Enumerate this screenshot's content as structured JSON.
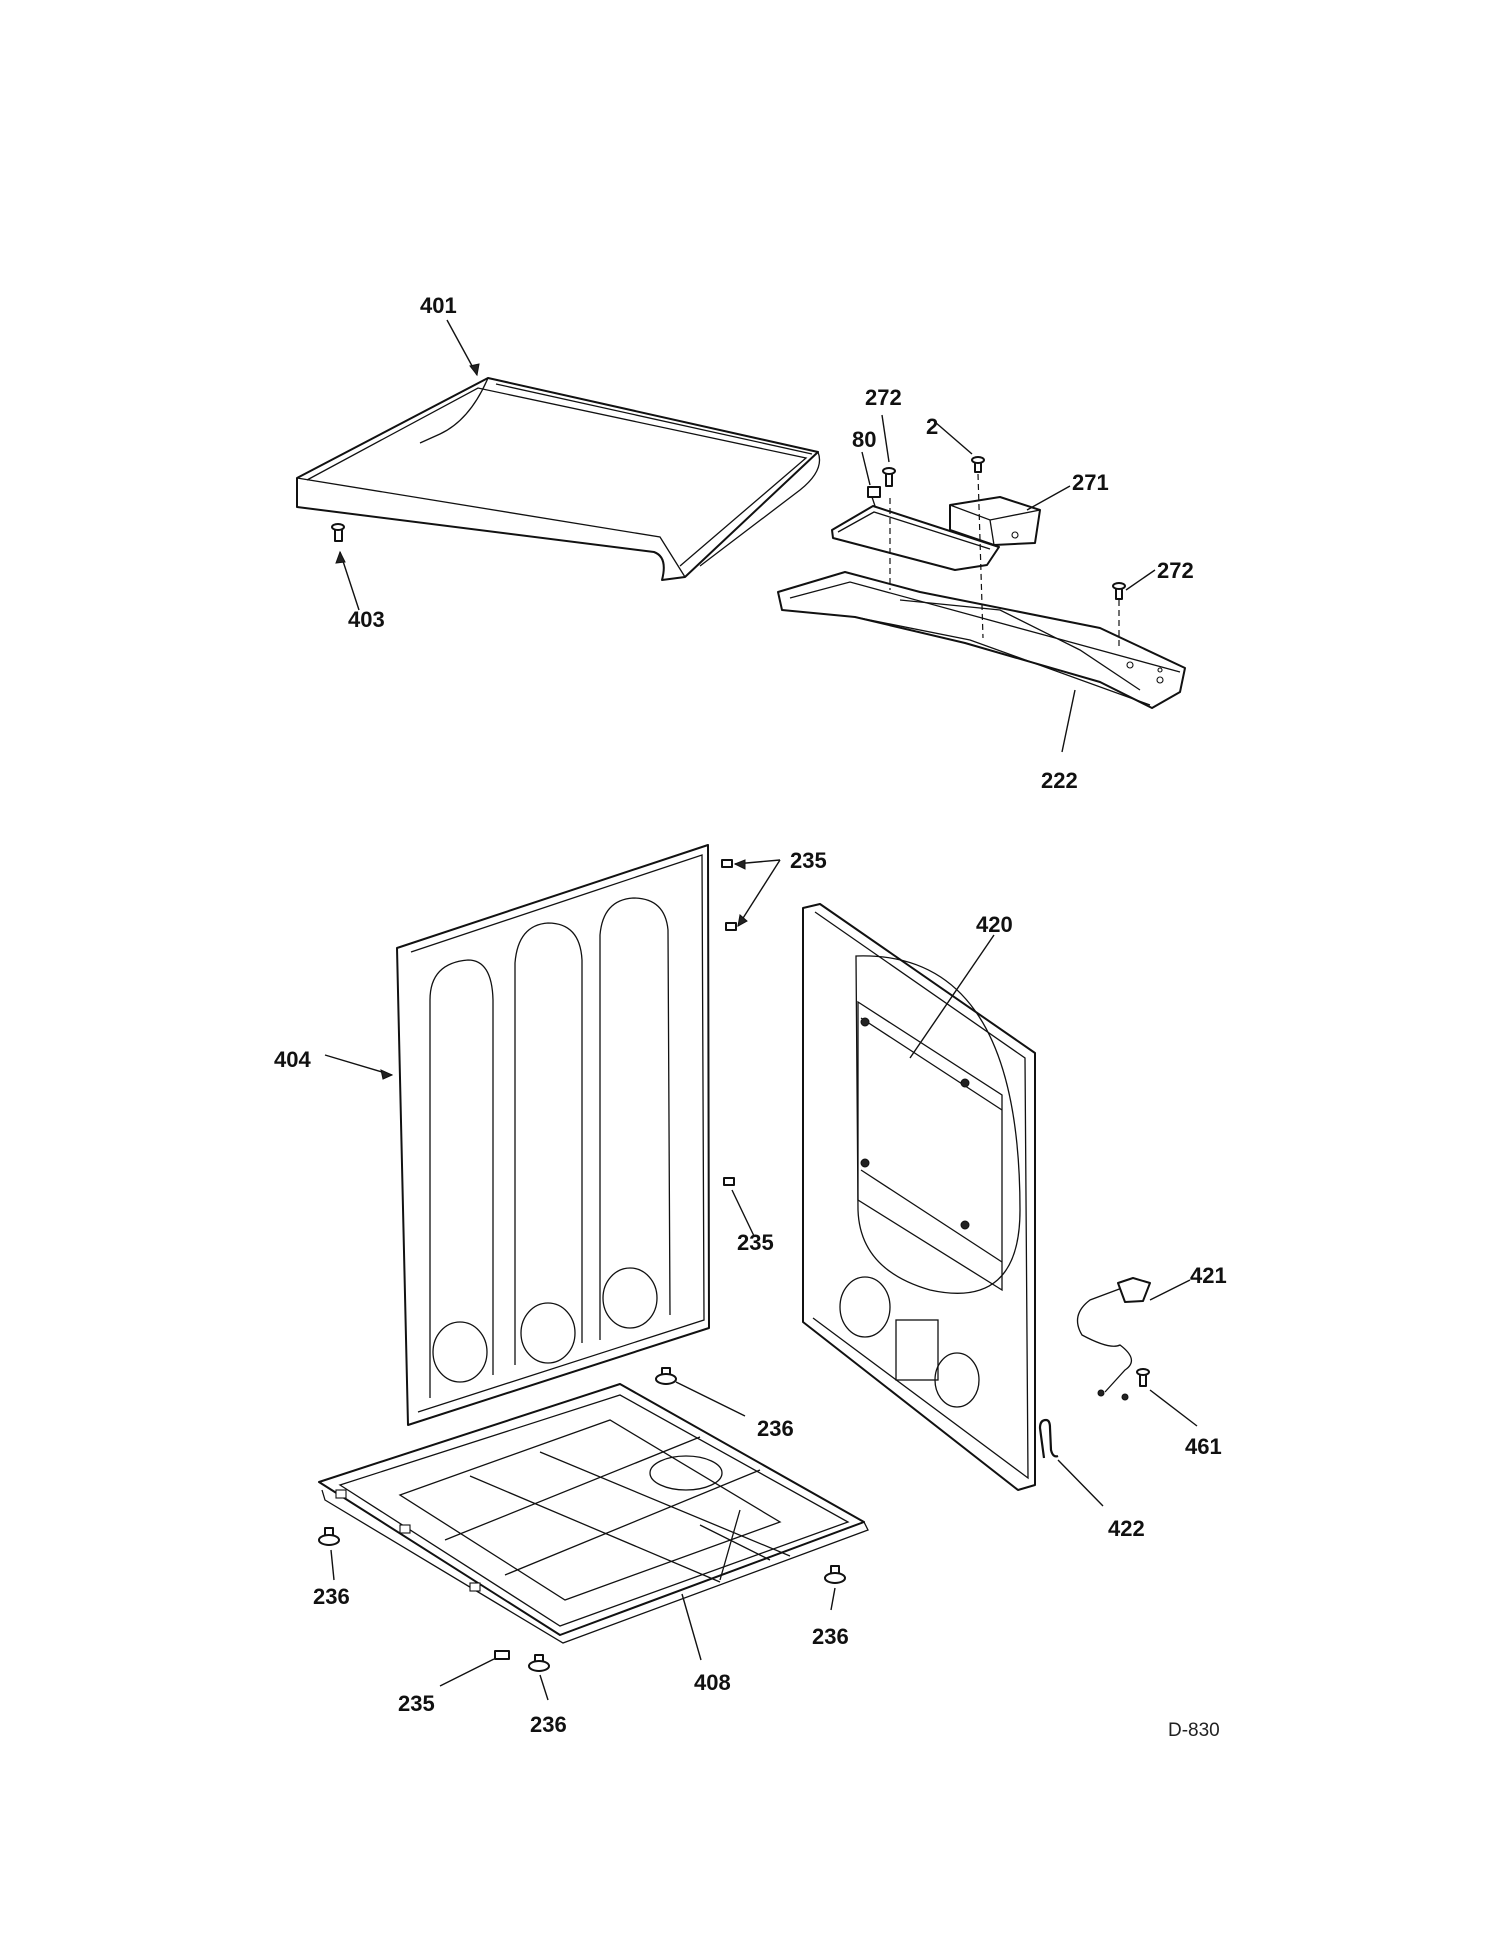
{
  "diagram": {
    "reference_code": "D-830",
    "callouts": {
      "c401": "401",
      "c403": "403",
      "c272a": "272",
      "c2": "2",
      "c80": "80",
      "c271": "271",
      "c272b": "272",
      "c222": "222",
      "c235a": "235",
      "c420": "420",
      "c404": "404",
      "c235b": "235",
      "c421": "421",
      "c461": "461",
      "c236a": "236",
      "c422": "422",
      "c236b": "236",
      "c236c": "236",
      "c408": "408",
      "c235c": "235",
      "c236d": "236"
    }
  }
}
